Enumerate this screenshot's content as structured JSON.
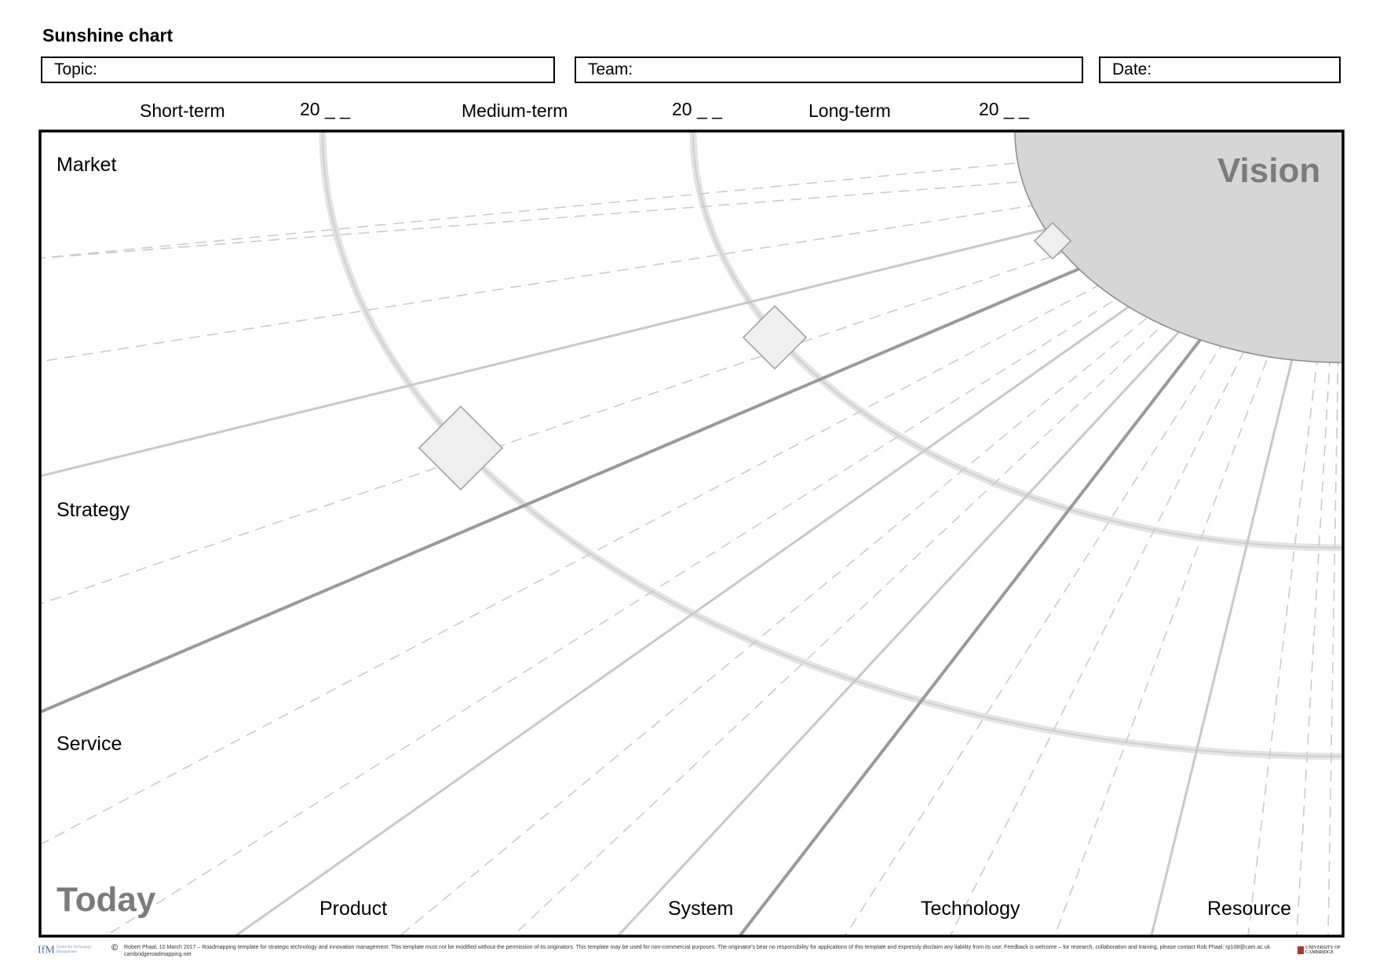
{
  "title": "Sunshine chart",
  "fields": {
    "topic": "Topic:",
    "team": "Team:",
    "date": "Date:"
  },
  "timeline": [
    {
      "label": "Short-term",
      "year": "20 _ _"
    },
    {
      "label": "Medium-term",
      "year": "20 _ _"
    },
    {
      "label": "Long-term",
      "year": "20 _ _"
    }
  ],
  "vision": "Vision",
  "today": "Today",
  "layers": [
    "Market",
    "Strategy",
    "Service"
  ],
  "bottom_layers": [
    "Product",
    "System",
    "Technology",
    "Resource"
  ],
  "footer": {
    "ifm_logo": "IfM Centre for Technology Management",
    "copyright_symbol": "©",
    "text": "Robert Phaal, 10 March 2017 – Roadmapping template for strategic technology and innovation management. This template must not be modified without the permission of its originators. This template may be used for non-commercial purposes. The originator's bear no responsibility for applications of this template and expressly disclaim any liability from its use. Feedback is welcome – for research, collaboration and training, please contact Rob Phaal: rp108@cam.ac.uk cambridgeroadmapping.net",
    "cambridge_logo": "UNIVERSITY OF CAMBRIDGE"
  },
  "colors": {
    "vision_fill": "#d6d6d6",
    "muted_text": "#7b7b7b",
    "ray": "#c8c8c8"
  }
}
